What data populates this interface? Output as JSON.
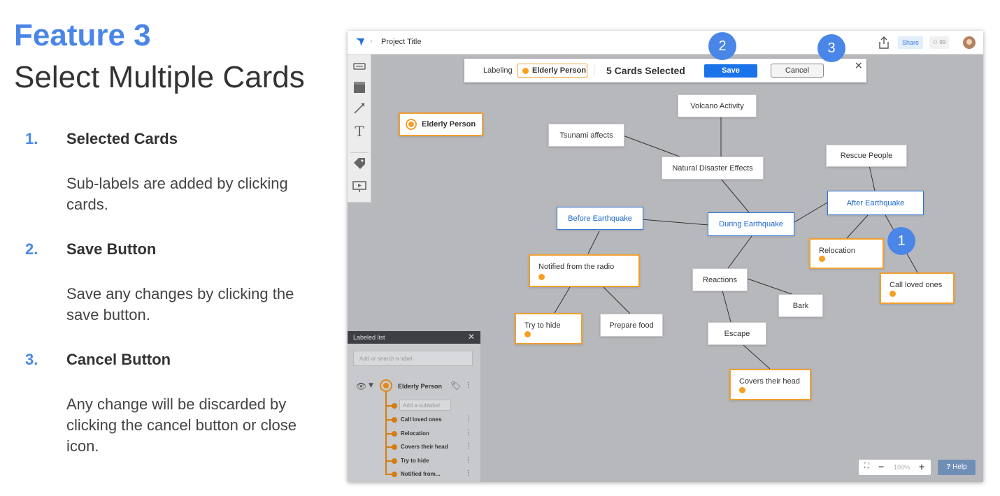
{
  "feature": {
    "title": "Feature 3",
    "subtitle": "Select Multiple Cards",
    "steps": [
      {
        "num": "1.",
        "title": "Selected Cards",
        "desc": "Sub-labels are added by clicking cards."
      },
      {
        "num": "2.",
        "title": "Save Button",
        "desc": "Save any changes by clicking the save button."
      },
      {
        "num": "3.",
        "title": "Cancel Button",
        "desc": "Any change will be discarded by clicking the cancel button or close icon."
      }
    ]
  },
  "app": {
    "project_title": "Project Title",
    "share_label": "Share",
    "collab_label": "99",
    "labeling": {
      "prefix": "Labeling",
      "chip_label": "Elderly Person",
      "count_text": "5 Cards Selected",
      "save_label": "Save",
      "cancel_label": "Cancel",
      "close_glyph": "×"
    },
    "cards": [
      {
        "label": "Volcano Activity"
      },
      {
        "label": "Tsunami affects"
      },
      {
        "label": "Natural Disaster Effects"
      },
      {
        "label": "Rescue People"
      },
      {
        "label": "After Earthquake"
      },
      {
        "label": "Before Earthquake"
      },
      {
        "label": "During Earthquake"
      },
      {
        "label": "Relocation"
      },
      {
        "label": "Call loved ones"
      },
      {
        "label": "Notified from the radio"
      },
      {
        "label": "Reactions"
      },
      {
        "label": "Bark"
      },
      {
        "label": "Try to hide"
      },
      {
        "label": "Prepare food"
      },
      {
        "label": "Escape"
      },
      {
        "label": "Covers their head"
      }
    ],
    "elderly_card": "Elderly Person",
    "panel": {
      "title": "Labeled list",
      "search_placeholder": "Add or search a label",
      "root_label": "Elderly Person",
      "add_sublabel_placeholder": "Add a sublabel",
      "sublabels": [
        "Call loved ones",
        "Relocation",
        "Covers their head",
        "Try to hide",
        "Notified from..."
      ]
    },
    "zoom_value": "100%",
    "help_label": "Help",
    "colors": {
      "accent": "#4A86E8",
      "label_orange": "#F0A030",
      "save_blue": "#1A73E8"
    }
  },
  "callouts": [
    "1",
    "2",
    "3"
  ]
}
